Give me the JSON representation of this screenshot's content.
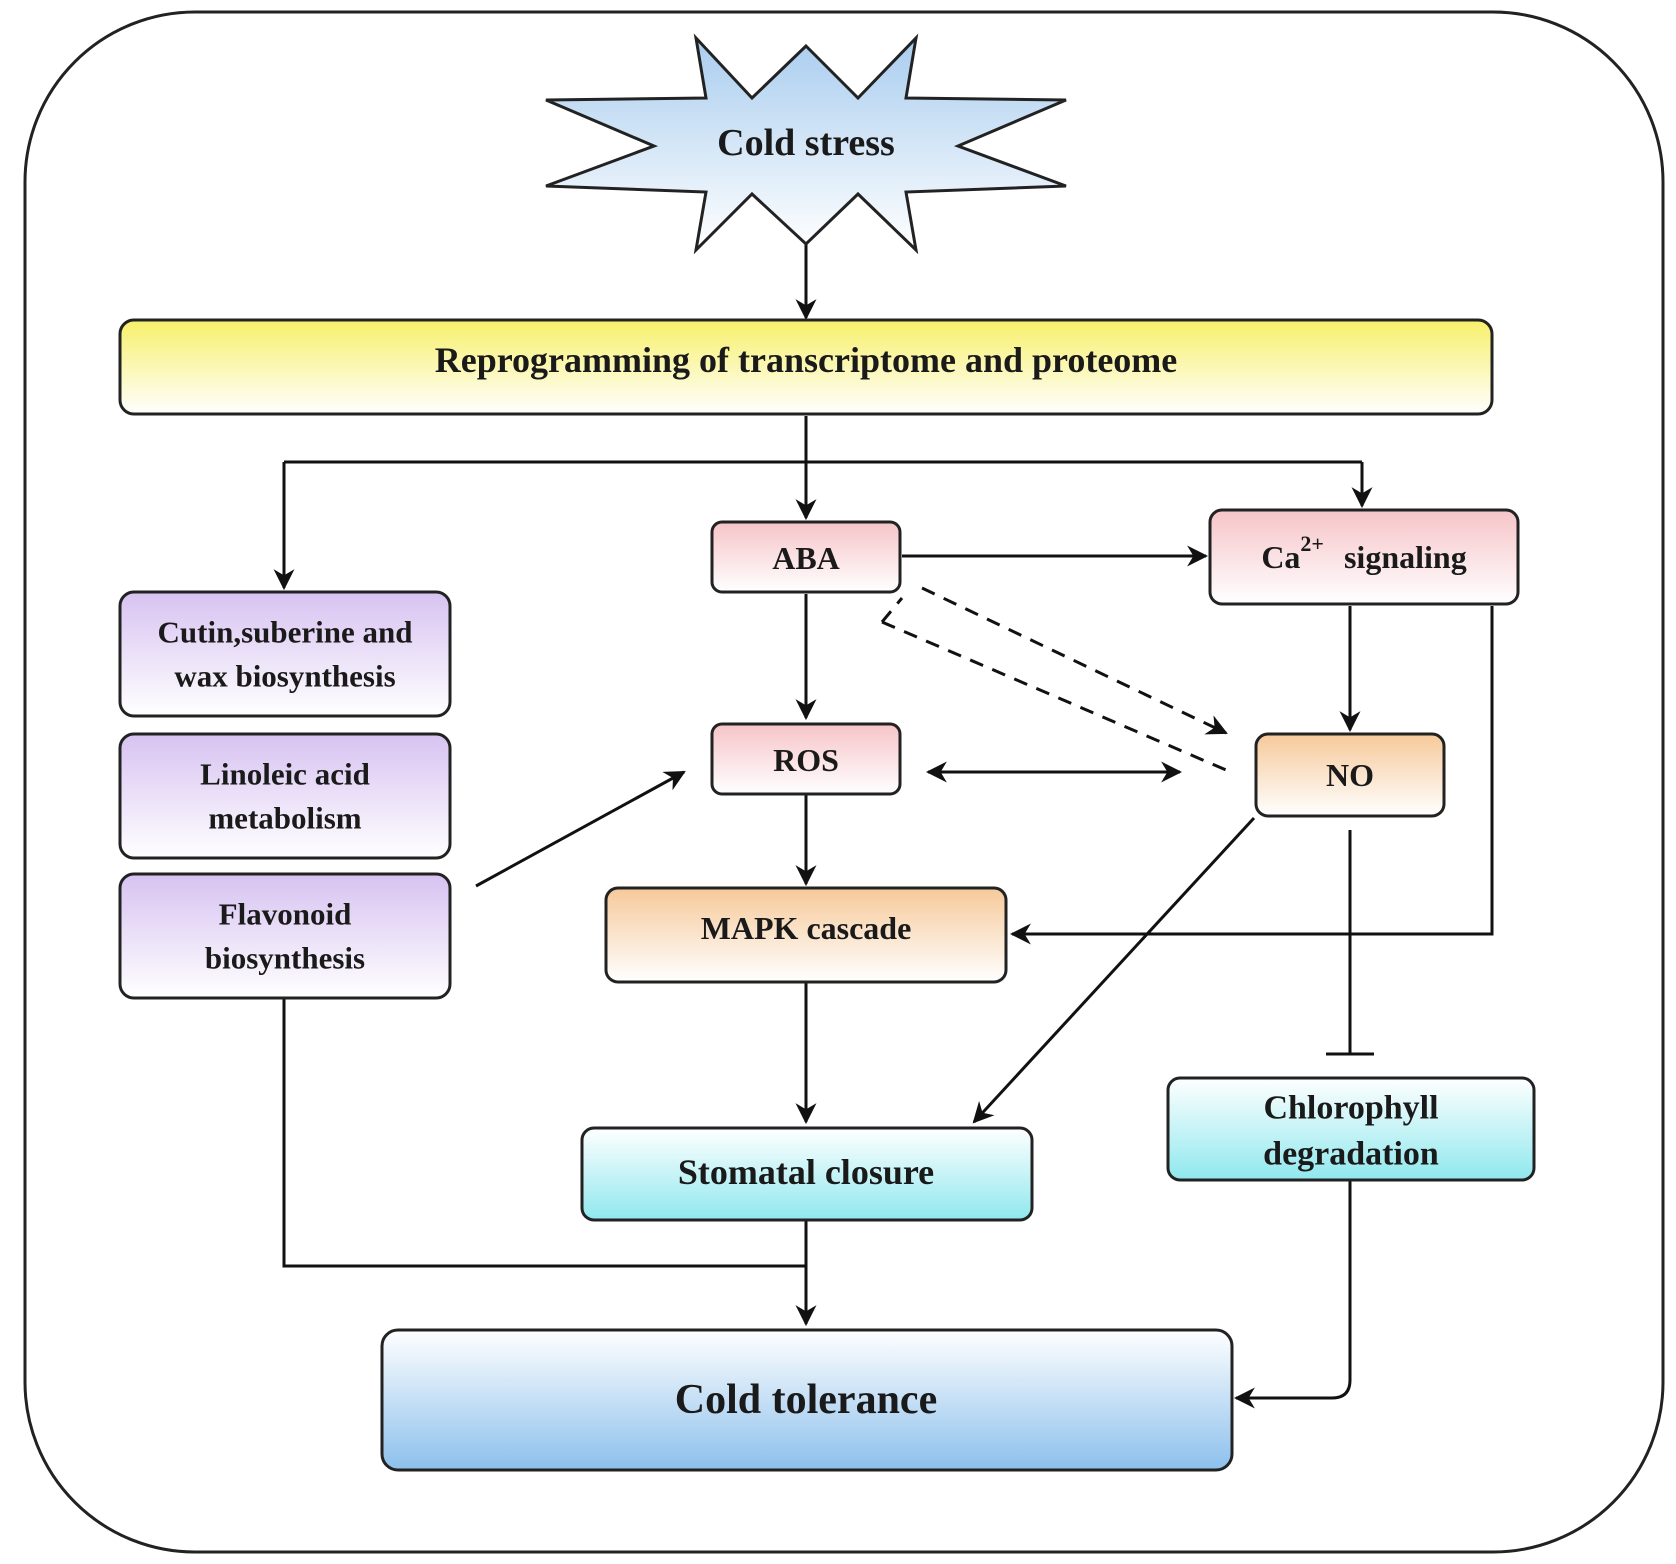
{
  "nodes": {
    "cold_stress": "Cold stress",
    "reprogramming": "Reprogramming of transcriptome and proteome",
    "aba": "ABA",
    "ca_signaling_base": "Ca",
    "ca_signaling_sup": "2+",
    "ca_signaling_rest": "signaling",
    "cutin_line1": "Cutin,suberine and",
    "cutin_line2": "wax biosynthesis",
    "linoleic_line1": "Linoleic acid",
    "linoleic_line2": "metabolism",
    "flavonoid_line1": "Flavonoid",
    "flavonoid_line2": "biosynthesis",
    "ros": "ROS",
    "no": "NO",
    "mapk": "MAPK cascade",
    "chlorophyll_line1": "Chlorophyll",
    "chlorophyll_line2": "degradation",
    "stomatal": "Stomatal closure",
    "cold_tolerance": "Cold tolerance"
  },
  "colors": {
    "star": "#a9cdef",
    "yellow": "#f7f06a",
    "pink": "#f6c4c8",
    "purple": "#d7c2f1",
    "orange": "#f6c99a",
    "cyan": "#8fe8ee",
    "blue": "#8cc0ec"
  }
}
